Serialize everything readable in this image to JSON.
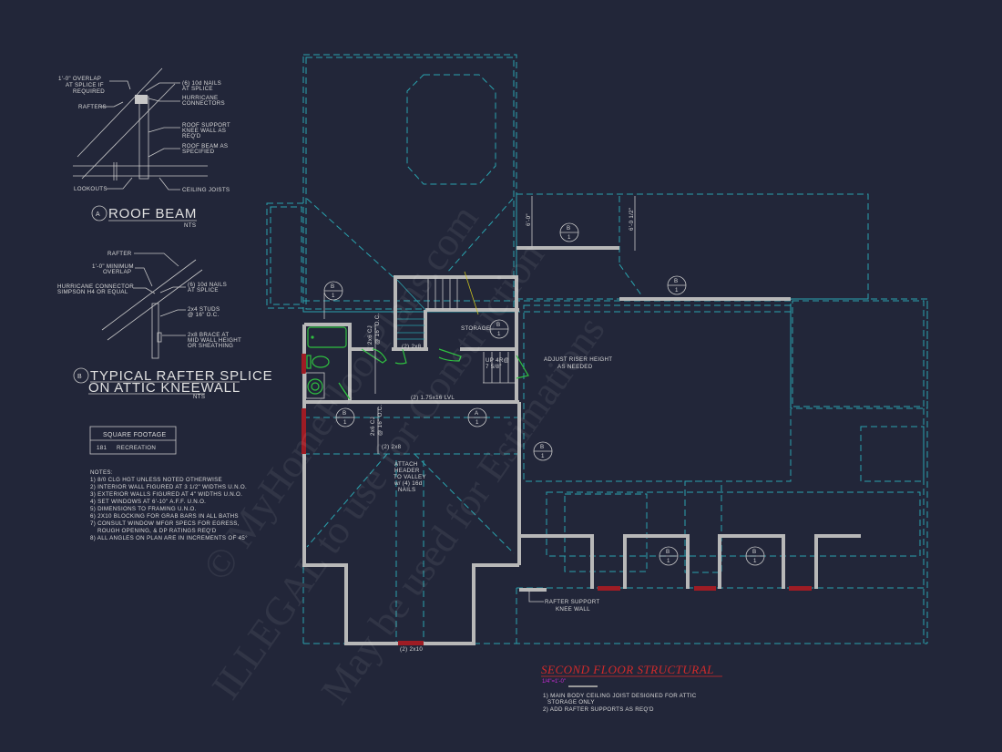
{
  "drawing": {
    "title": "SECOND FLOOR STRUCTURAL",
    "scale": "1/4\"=1'-0\"",
    "notes": [
      "1) MAIN BODY CEILING JOIST DESIGNED FOR ATTIC",
      "STORAGE ONLY",
      "2) ADD RAFTER SUPPORTS AS REQ'D"
    ]
  },
  "detail_a": {
    "marker": "A",
    "title": "ROOF BEAM",
    "scale": "NTS",
    "labels": {
      "overlap_1": "1'-0\" OVERLAP",
      "overlap_2": "AT SPLICE IF",
      "overlap_3": "REQUIRED",
      "nails_1": "(6) 10d NAILS",
      "nails_2": "AT SPLICE",
      "rafters": "RAFTERS",
      "hurricane_1": "HURRICANE",
      "hurricane_2": "CONNECTORS",
      "knee_1": "ROOF SUPPORT",
      "knee_2": "KNEE WALL AS",
      "knee_3": "REQ'D",
      "beam_1": "ROOF BEAM AS",
      "beam_2": "SPECIFIED",
      "lookouts": "LOOKOUTS",
      "joists": "CEILING JOISTS"
    }
  },
  "detail_b": {
    "marker": "B",
    "title_1": "TYPICAL RAFTER SPLICE",
    "title_2": "ON ATTIC KNEEWALL",
    "scale": "NTS",
    "labels": {
      "rafter": "RAFTER",
      "min_1": "1'-0\" MINIMUM",
      "min_2": "OVERLAP",
      "conn_1": "HURRICANE CONNECTOR",
      "conn_2": "SIMPSON H4 OR EQUAL",
      "nails_1": "(6) 10d NAILS",
      "nails_2": "AT SPLICE",
      "studs_1": "2x4 STUDS",
      "studs_2": "@ 16\" O.C.",
      "brace_1": "2x8 BRACE AT",
      "brace_2": "MID WALL HEIGHT",
      "brace_3": "OR SHEATHING"
    }
  },
  "square_footage": {
    "header": "SQUARE FOOTAGE",
    "rows": [
      {
        "value": "181",
        "label": "RECREATION"
      }
    ]
  },
  "general_notes": {
    "header": "NOTES:",
    "items": [
      "1) 8/0 CLG HGT UNLESS NOTED OTHERWISE",
      "2) INTERIOR WALL FIGURED AT 3 1/2\" WIDTHS U.N.O.",
      "3) EXTERIOR WALLS FIGURED AT 4\" WIDTHS U.N.O.",
      "4) SET WINDOWS AT 6'-10\" A.F.F. U.N.O.",
      "5) DIMENSIONS TO FRAMING U.N.O.",
      "6) 2X10 BLOCKING FOR GRAB BARS IN ALL BATHS",
      "7) CONSULT WINDOW MFGR SPECS FOR EGRESS,",
      "   ROUGH OPENING, & DP RATINGS REQ'D",
      "8) ALL ANGLES ON PLAN ARE IN INCREMENTS OF 45°"
    ]
  },
  "plan": {
    "storage": "STORAGE",
    "header_2x8_a": "(2) 2x8",
    "lvl": "(2) 1.75x16 LVL",
    "joist_a": "2x6 CJ",
    "joist_a2": "@ 16\" O.C.",
    "joist_b": "2x6 CJ",
    "joist_b2": "@ 16\" O.C.",
    "stair_note_1": "UP 4R@",
    "stair_note_2": "7 5/8\"",
    "riser_1": "ADJUST RISER HEIGHT",
    "riser_2": "AS NEEDED",
    "header_2x8_b": "(2) 2x8",
    "attach_1": "ATTACH",
    "attach_2": "HEADER",
    "attach_3": "TO VALLEY",
    "attach_4": "w/ (4) 16d",
    "attach_5": "NAILS",
    "rafter_support_1": "RAFTER SUPPORT",
    "rafter_support_2": "KNEE WALL",
    "header_2x10": "(2) 2x10",
    "dim_1": "6'-0\"",
    "dim_2": "6'-0 1/2\"",
    "section_top": "B",
    "section_bottom": "1",
    "section_a_top": "A",
    "section_a_bottom": "1"
  },
  "watermark": {
    "line_1": "© MyHomeFloorPlans.com",
    "line_2": "ILLEGAL to use for Construction",
    "line_3": "May be used for Estimations"
  },
  "colors": {
    "background": "#222639",
    "dashed_lines": "#2aa3ae",
    "walls": "#b8b8b8",
    "fixtures": "#2fc040",
    "windows": "#9e1c24",
    "title": "#d42a2a",
    "scale": "#c62bd4"
  }
}
